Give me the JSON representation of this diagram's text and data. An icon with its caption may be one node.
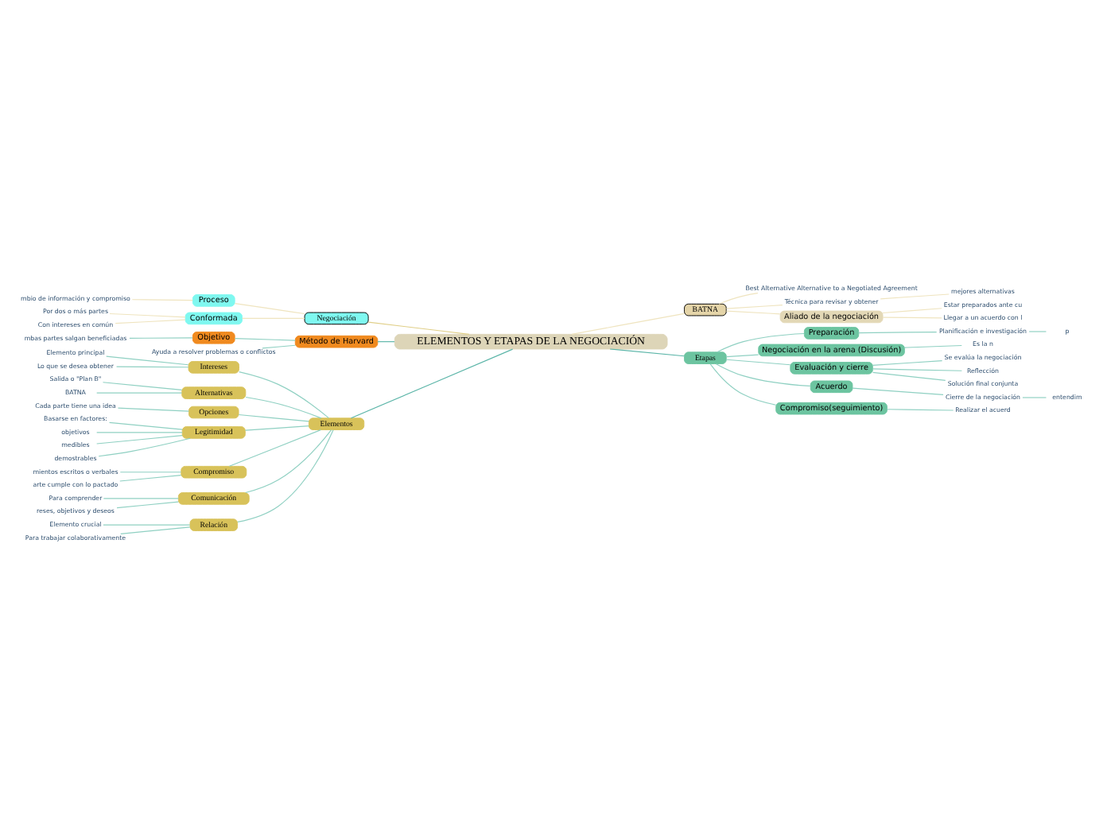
{
  "diagram": {
    "nodes": [
      {
        "text": [
          "ELEMENTOS Y ETAPAS DE LA NEGOCIACIÓN"
        ]
      },
      {
        "text": [
          "Negociación"
        ]
      },
      {
        "text": [
          "Proceso"
        ]
      },
      {
        "text": [
          "mbio de información y compromiso"
        ]
      },
      {
        "text": [
          "Conformada"
        ]
      },
      {
        "text": [
          "Por dos o más partes"
        ]
      },
      {
        "text": [
          "Con intereses en común"
        ]
      },
      {
        "text": [
          "Método de Harvard"
        ]
      },
      {
        "text": [
          "Objetivo"
        ]
      },
      {
        "text": [
          "mbas partes salgan beneficiadas"
        ]
      },
      {
        "text": [
          "Ayuda a resolver problemas o conflictos"
        ]
      },
      {
        "text": [
          "Elementos"
        ]
      },
      {
        "text": [
          "Intereses"
        ]
      },
      {
        "text": [
          "Elemento principal"
        ]
      },
      {
        "text": [
          "Lo que se desea obtener"
        ]
      },
      {
        "text": [
          "Alternativas"
        ]
      },
      {
        "text": [
          "Salida o \"Plan B\""
        ]
      },
      {
        "text": [
          "BATNA"
        ]
      },
      {
        "text": [
          "Opciones"
        ]
      },
      {
        "text": [
          "Cada parte tiene una idea"
        ]
      },
      {
        "text": [
          "Legitimidad"
        ]
      },
      {
        "text": [
          "Basarse en factores:"
        ]
      },
      {
        "text": [
          "objetivos"
        ]
      },
      {
        "text": [
          "medibles"
        ]
      },
      {
        "text": [
          "demostrables"
        ]
      },
      {
        "text": [
          "Compromiso"
        ]
      },
      {
        "text": [
          "mientos escritos o verbales"
        ]
      },
      {
        "text": [
          "arte cumple con lo pactado"
        ]
      },
      {
        "text": [
          "Comunicación"
        ]
      },
      {
        "text": [
          "Para comprender"
        ]
      },
      {
        "text": [
          "reses, objetivos y deseos"
        ]
      },
      {
        "text": [
          "Relación"
        ]
      },
      {
        "text": [
          "Elemento crucial"
        ]
      },
      {
        "text": [
          "Para trabajar colaborativamente"
        ]
      },
      {
        "text": [
          "BATNA"
        ]
      },
      {
        "text": [
          "Best Alternative Alternative to a Negotiated Agreement"
        ]
      },
      {
        "text": [
          "Técnica para revisar y obtener"
        ]
      },
      {
        "text": [
          "mejores alternativas"
        ]
      },
      {
        "text": [
          "Aliado de la negociación"
        ]
      },
      {
        "text": [
          "Estar preparados ante cu"
        ]
      },
      {
        "text": [
          "Llegar a un acuerdo con l"
        ]
      },
      {
        "text": [
          "Etapas"
        ]
      },
      {
        "text": [
          "Preparación"
        ]
      },
      {
        "text": [
          "Planificación e investigación"
        ]
      },
      {
        "text": [
          "p"
        ]
      },
      {
        "text": [
          "Negociación en la arena (Discusión)"
        ]
      },
      {
        "text": [
          "Es la n"
        ]
      },
      {
        "text": [
          "Evaluación y cierre"
        ]
      },
      {
        "text": [
          "Se evalúa la negociación"
        ]
      },
      {
        "text": [
          "Reflección"
        ]
      },
      {
        "text": [
          "Solución final conjunta"
        ]
      },
      {
        "text": [
          "Acuerdo"
        ]
      },
      {
        "text": [
          "Cierre de la negociación"
        ]
      },
      {
        "text": [
          "entendim"
        ]
      },
      {
        "text": [
          "Compromiso(seguimiento)"
        ]
      },
      {
        "text": [
          "Realizar el acuerd"
        ]
      }
    ],
    "edges": [
      {
        "from": 0,
        "to": 1,
        "arrow": "none",
        "color": "#e0cf88"
      },
      {
        "from": 1,
        "to": 2,
        "arrow": "none",
        "color": "#efe4bf"
      },
      {
        "from": 2,
        "to": 3,
        "arrow": "none",
        "color": "#efe4bf"
      },
      {
        "from": 1,
        "to": 4,
        "arrow": "none",
        "color": "#efe4bf"
      },
      {
        "from": 4,
        "to": 5,
        "arrow": "none",
        "color": "#efe4bf"
      },
      {
        "from": 4,
        "to": 6,
        "arrow": "none",
        "color": "#efe4bf"
      },
      {
        "from": 0,
        "to": 7,
        "arrow": "none",
        "color": "#5bb5a8"
      },
      {
        "from": 7,
        "to": 8,
        "arrow": "none"
      },
      {
        "from": 8,
        "to": 9,
        "arrow": "none"
      },
      {
        "from": 7,
        "to": 10,
        "arrow": "none"
      },
      {
        "from": 0,
        "to": 11,
        "arrow": "none",
        "color": "#5bb5a8"
      },
      {
        "from": 11,
        "to": 12,
        "arrow": "none"
      },
      {
        "from": 12,
        "to": 13,
        "arrow": "none"
      },
      {
        "from": 12,
        "to": 14,
        "arrow": "none"
      },
      {
        "from": 11,
        "to": 15,
        "arrow": "none"
      },
      {
        "from": 15,
        "to": 16,
        "arrow": "none"
      },
      {
        "from": 15,
        "to": 17,
        "arrow": "none"
      },
      {
        "from": 11,
        "to": 18,
        "arrow": "none"
      },
      {
        "from": 18,
        "to": 19,
        "arrow": "none"
      },
      {
        "from": 11,
        "to": 20,
        "arrow": "none"
      },
      {
        "from": 20,
        "to": 21,
        "arrow": "none"
      },
      {
        "from": 20,
        "to": 22,
        "arrow": "none"
      },
      {
        "from": 20,
        "to": 23,
        "arrow": "none"
      },
      {
        "from": 20,
        "to": 24,
        "arrow": "none"
      },
      {
        "from": 11,
        "to": 25,
        "arrow": "none"
      },
      {
        "from": 25,
        "to": 26,
        "arrow": "none"
      },
      {
        "from": 25,
        "to": 27,
        "arrow": "none"
      },
      {
        "from": 11,
        "to": 28,
        "arrow": "none"
      },
      {
        "from": 28,
        "to": 29,
        "arrow": "none"
      },
      {
        "from": 28,
        "to": 30,
        "arrow": "none"
      },
      {
        "from": 11,
        "to": 31,
        "arrow": "none"
      },
      {
        "from": 31,
        "to": 32,
        "arrow": "none"
      },
      {
        "from": 31,
        "to": 33,
        "arrow": "none"
      },
      {
        "from": 0,
        "to": 34,
        "arrow": "none",
        "color": "#efe4bf"
      },
      {
        "from": 34,
        "to": 35,
        "arrow": "none",
        "color": "#efe4bf"
      },
      {
        "from": 34,
        "to": 36,
        "arrow": "none",
        "color": "#efe4bf"
      },
      {
        "from": 36,
        "to": 37,
        "arrow": "none",
        "color": "#efe4bf"
      },
      {
        "from": 34,
        "to": 38,
        "arrow": "none",
        "color": "#efe4bf"
      },
      {
        "from": 38,
        "to": 39,
        "arrow": "none",
        "color": "#efe4bf"
      },
      {
        "from": 38,
        "to": 40,
        "arrow": "none",
        "color": "#efe4bf"
      },
      {
        "from": 0,
        "to": 41,
        "arrow": "none",
        "color": "#5bb5a8"
      },
      {
        "from": 41,
        "to": 42,
        "arrow": "none"
      },
      {
        "from": 42,
        "to": 43,
        "arrow": "none"
      },
      {
        "from": 43,
        "to": 44,
        "arrow": "none"
      },
      {
        "from": 41,
        "to": 45,
        "arrow": "none"
      },
      {
        "from": 45,
        "to": 46,
        "arrow": "none"
      },
      {
        "from": 41,
        "to": 47,
        "arrow": "none"
      },
      {
        "from": 47,
        "to": 48,
        "arrow": "none"
      },
      {
        "from": 47,
        "to": 49,
        "arrow": "none"
      },
      {
        "from": 47,
        "to": 50,
        "arrow": "none"
      },
      {
        "from": 41,
        "to": 51,
        "arrow": "none"
      },
      {
        "from": 51,
        "to": 52,
        "arrow": "none"
      },
      {
        "from": 52,
        "to": 53,
        "arrow": "none"
      },
      {
        "from": 41,
        "to": 54,
        "arrow": "none"
      },
      {
        "from": 54,
        "to": 55,
        "arrow": "none"
      }
    ]
  }
}
